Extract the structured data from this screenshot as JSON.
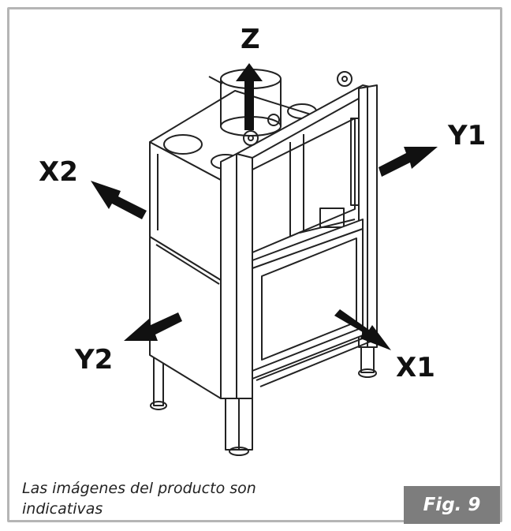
{
  "labels": {
    "z": "Z",
    "x1": "X1",
    "x2": "X2",
    "y1": "Y1",
    "y2": "Y2"
  },
  "caption": {
    "line1": "Las imágenes del producto son",
    "line2": "indicativas"
  },
  "figure": {
    "label": "Fig. 9"
  },
  "colors": {
    "frame": "#b5b5b5",
    "badge": "#7d7d7d",
    "arrows": "#111111"
  }
}
